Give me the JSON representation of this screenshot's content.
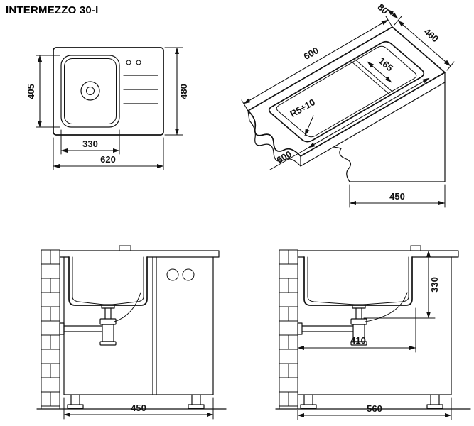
{
  "title": "INTERMEZZO 30-I",
  "top_view": {
    "bowl_depth": "405",
    "overall_depth": "480",
    "bowl_width": "330",
    "overall_width": "620"
  },
  "iso_view": {
    "rim_offset": "80",
    "cutout_depth": "460",
    "cutout_length_top": "600",
    "bowl_section": "165",
    "corner_radius": "R5÷10",
    "cutout_length_front": "600",
    "worktop_depth": "450"
  },
  "front_section": {
    "cabinet_width": "450"
  },
  "side_section": {
    "drain_height": "330",
    "drain_offset": "410",
    "cabinet_depth": "560"
  }
}
